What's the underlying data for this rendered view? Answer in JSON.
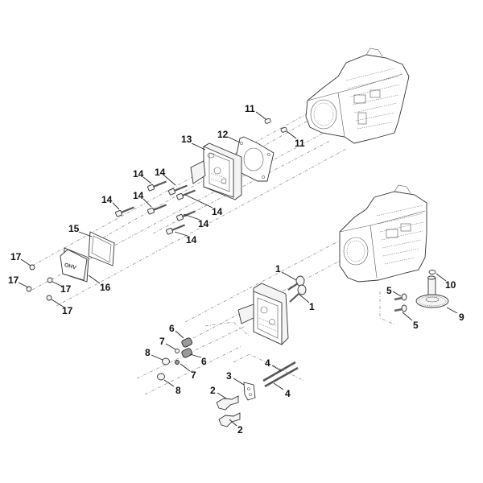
{
  "diagram": {
    "title": "Cylinder head / valve train exploded view",
    "callouts": [
      {
        "id": "c11a",
        "label": "11",
        "part": "dowel-pin"
      },
      {
        "id": "c11b",
        "label": "11",
        "part": "dowel-pin"
      },
      {
        "id": "c12",
        "label": "12",
        "part": "cylinder-head-gasket"
      },
      {
        "id": "c13",
        "label": "13",
        "part": "cylinder-head"
      },
      {
        "id": "c14a",
        "label": "14",
        "part": "head-bolt"
      },
      {
        "id": "c14b",
        "label": "14",
        "part": "head-bolt"
      },
      {
        "id": "c14c",
        "label": "14",
        "part": "head-bolt"
      },
      {
        "id": "c14d",
        "label": "14",
        "part": "head-bolt"
      },
      {
        "id": "c14e",
        "label": "14",
        "part": "head-bolt"
      },
      {
        "id": "c14f",
        "label": "14",
        "part": "head-bolt"
      },
      {
        "id": "c14g",
        "label": "14",
        "part": "head-bolt"
      },
      {
        "id": "c15",
        "label": "15",
        "part": "valve-cover-gasket"
      },
      {
        "id": "c16",
        "label": "16",
        "part": "valve-cover"
      },
      {
        "id": "c17a",
        "label": "17",
        "part": "cover-screw"
      },
      {
        "id": "c17b",
        "label": "17",
        "part": "cover-screw"
      },
      {
        "id": "c17c",
        "label": "17",
        "part": "cover-screw"
      },
      {
        "id": "c17d",
        "label": "17",
        "part": "cover-screw"
      },
      {
        "id": "c1a",
        "label": "1",
        "part": "valve"
      },
      {
        "id": "c1b",
        "label": "1",
        "part": "valve"
      },
      {
        "id": "c10",
        "label": "10",
        "part": "washer"
      },
      {
        "id": "c9",
        "label": "9",
        "part": "camshaft-gear"
      },
      {
        "id": "c5a",
        "label": "5",
        "part": "tappet"
      },
      {
        "id": "c5b",
        "label": "5",
        "part": "tappet"
      },
      {
        "id": "c6a",
        "label": "6",
        "part": "valve-spring"
      },
      {
        "id": "c6b",
        "label": "6",
        "part": "valve-spring"
      },
      {
        "id": "c7a",
        "label": "7",
        "part": "spring-retainer-keeper"
      },
      {
        "id": "c7b",
        "label": "7",
        "part": "spring-retainer-keeper"
      },
      {
        "id": "c8a",
        "label": "8",
        "part": "spring-retainer"
      },
      {
        "id": "c8b",
        "label": "8",
        "part": "spring-retainer"
      },
      {
        "id": "c3",
        "label": "3",
        "part": "rocker-bracket"
      },
      {
        "id": "c4a",
        "label": "4",
        "part": "push-rod"
      },
      {
        "id": "c4b",
        "label": "4",
        "part": "push-rod"
      },
      {
        "id": "c2a",
        "label": "2",
        "part": "rocker-arm"
      },
      {
        "id": "c2b",
        "label": "2",
        "part": "rocker-arm"
      }
    ]
  }
}
